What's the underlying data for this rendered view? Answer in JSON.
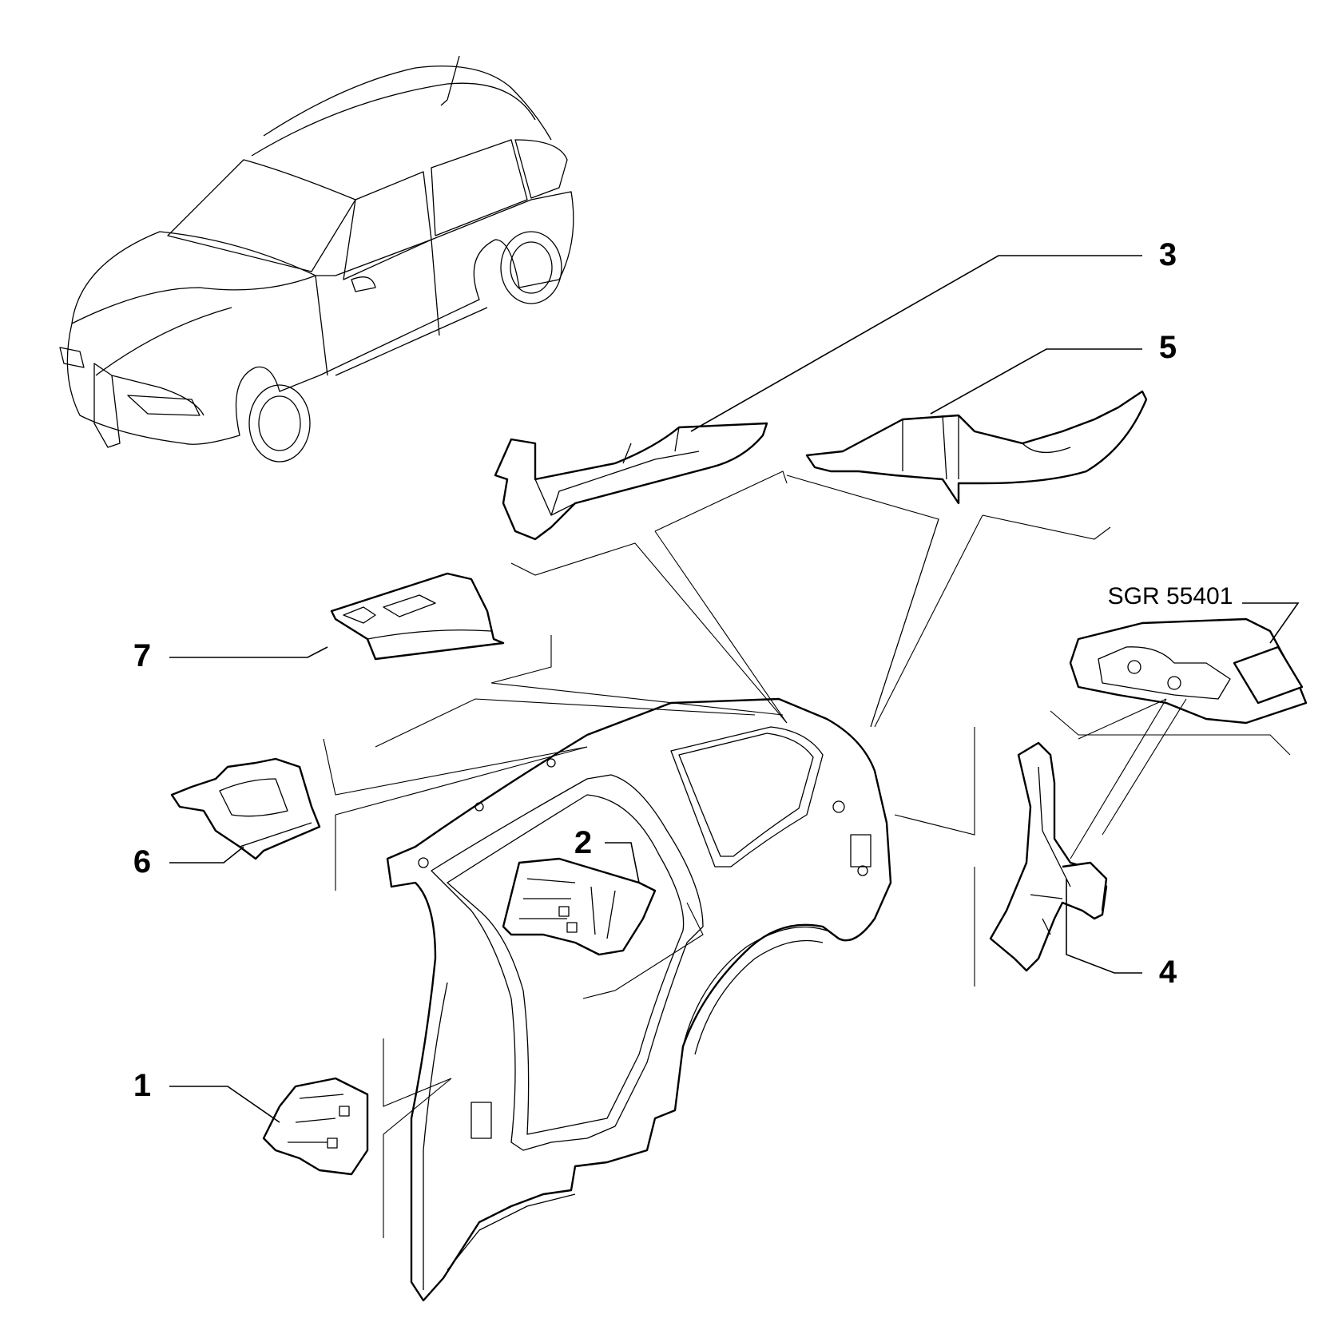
{
  "callouts": {
    "c1": "1",
    "c2": "2",
    "c3": "3",
    "c4": "4",
    "c5": "5",
    "c6": "6",
    "c7": "7"
  },
  "reference_code": "SGR 55401",
  "colors": {
    "line": "#000000",
    "background": "#ffffff"
  },
  "icons": {
    "vehicle": "station-wagon-outline-icon",
    "body_side": "rear-body-side-panel-icon"
  }
}
